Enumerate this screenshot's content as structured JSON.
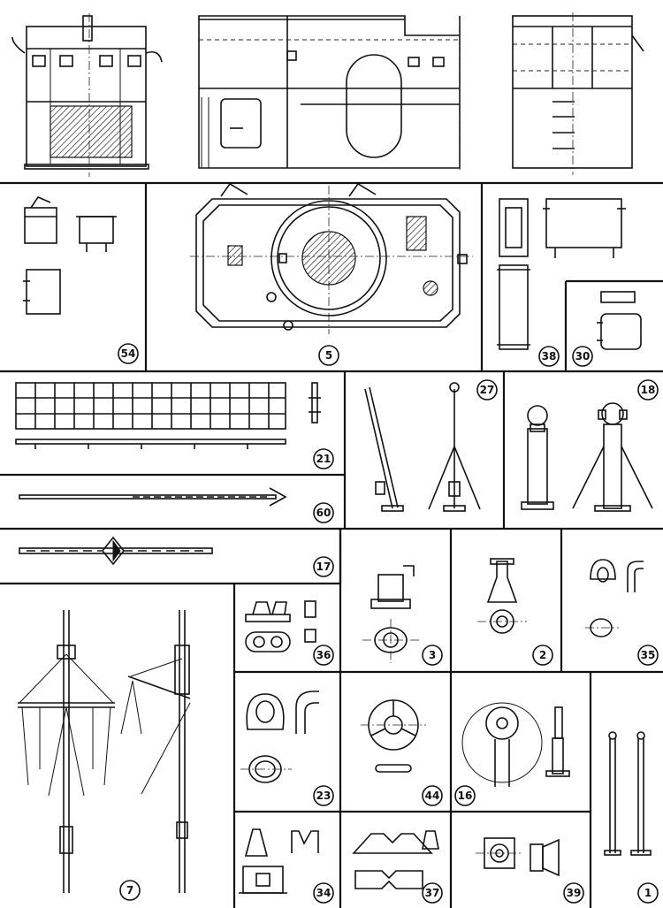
{
  "sheet": {
    "figures": [
      {
        "id": "fig-54",
        "number": "54"
      },
      {
        "id": "fig-5",
        "number": "5"
      },
      {
        "id": "fig-38",
        "number": "38"
      },
      {
        "id": "fig-30",
        "number": "30"
      },
      {
        "id": "fig-21",
        "number": "21"
      },
      {
        "id": "fig-27",
        "number": "27"
      },
      {
        "id": "fig-18",
        "number": "18"
      },
      {
        "id": "fig-60",
        "number": "60"
      },
      {
        "id": "fig-17",
        "number": "17"
      },
      {
        "id": "fig-36",
        "number": "36"
      },
      {
        "id": "fig-3",
        "number": "3"
      },
      {
        "id": "fig-2",
        "number": "2"
      },
      {
        "id": "fig-35",
        "number": "35"
      },
      {
        "id": "fig-7",
        "number": "7"
      },
      {
        "id": "fig-23",
        "number": "23"
      },
      {
        "id": "fig-44",
        "number": "44"
      },
      {
        "id": "fig-16",
        "number": "16"
      },
      {
        "id": "fig-1",
        "number": "1"
      },
      {
        "id": "fig-34",
        "number": "34"
      },
      {
        "id": "fig-37",
        "number": "37"
      },
      {
        "id": "fig-39",
        "number": "39"
      }
    ]
  }
}
